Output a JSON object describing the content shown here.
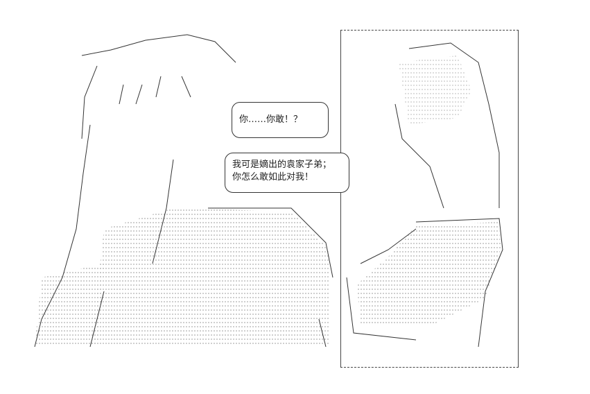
{
  "bubbles": [
    {
      "lines": [
        "你……你敢！？"
      ]
    },
    {
      "lines": [
        "我可是嫡出的袁家子弟；",
        "你怎么敢如此对我！"
      ]
    }
  ],
  "colors": {
    "ink": "#222222",
    "background": "#ffffff"
  }
}
